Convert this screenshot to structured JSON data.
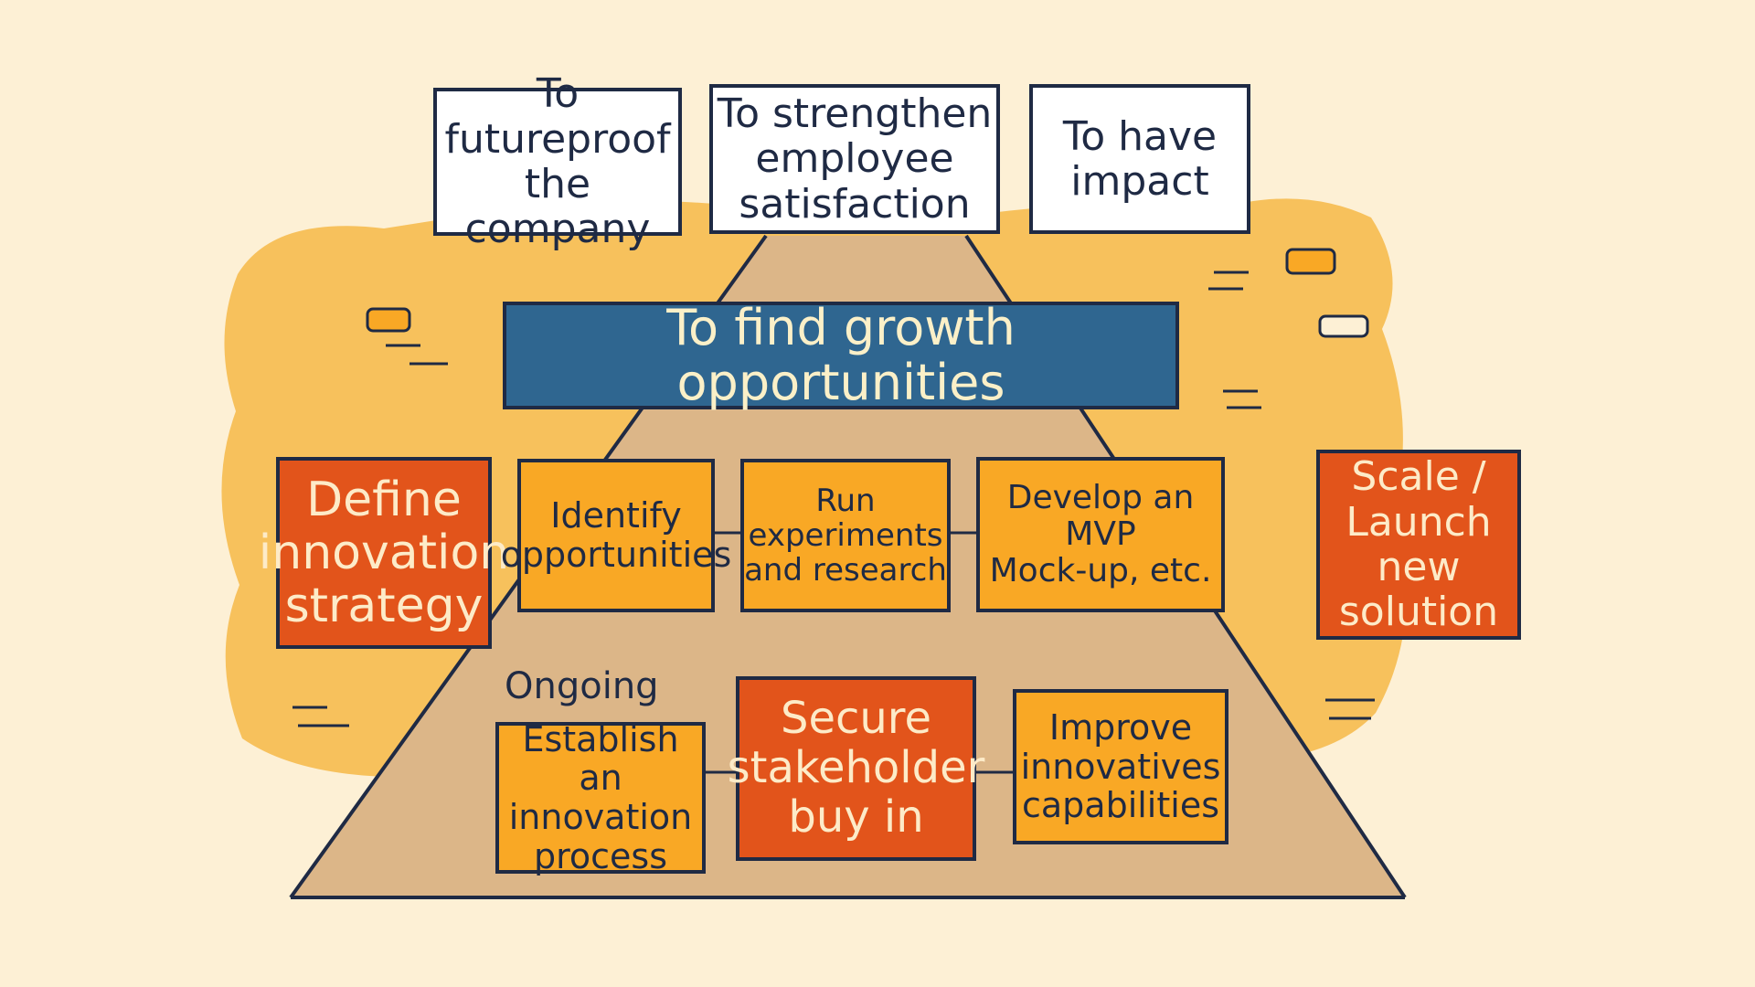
{
  "goals": [
    {
      "id": "futureproof",
      "text": "To futureproof\nthe company"
    },
    {
      "id": "employee",
      "text": "To strengthen\nemployee\nsatisfaction"
    },
    {
      "id": "impact",
      "text": "To have\nimpact"
    }
  ],
  "mission": {
    "text": "To find growth opportunities"
  },
  "process": {
    "strategy": "Define\ninnovation\nstrategy",
    "identify": "Identify\nopportunities",
    "experiments": "Run experiments\nand research",
    "mvp": "Develop an MVP\nMock-up, etc.",
    "scale": "Scale /\nLaunch\nnew solution"
  },
  "ongoing": {
    "label": "Ongoing",
    "establish": "Establish an\ninnovation\nprocess",
    "secure": "Secure\nstakeholder\nbuy in",
    "improve": "Improve\ninnovatives\ncapabilities"
  },
  "colors": {
    "background": "#fdf0d5",
    "wash": "#f6b947",
    "pyramid": "#dcb688",
    "navy": "#1f2a44",
    "blue": "#2f6690",
    "orange": "#f9a825",
    "red_orange": "#e2541b"
  }
}
